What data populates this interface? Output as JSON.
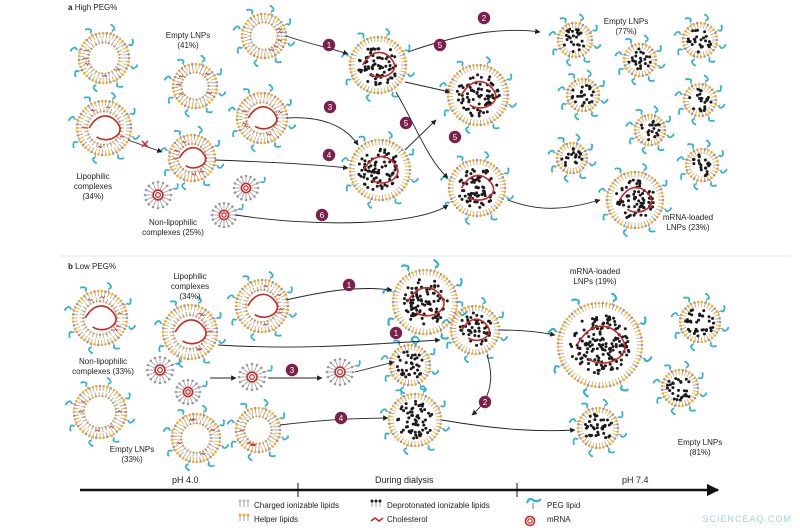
{
  "panels": {
    "a": {
      "letter": "a",
      "title": "High PEG%"
    },
    "b": {
      "letter": "b",
      "title": "Low PEG%"
    }
  },
  "labels_a": {
    "empty_left_name": "Empty LNPs",
    "empty_left_pct": "(41%)",
    "lipophilic_name": "Lipophilic",
    "lipophilic_name2": "complexes",
    "lipophilic_pct": "(34%)",
    "nonlipo_name": "Non-lipophilic",
    "nonlipo_pct": "complexes (25%)",
    "empty_right_name": "Empty LNPs",
    "empty_right_pct": "(77%)",
    "loaded_name": "mRNA-loaded",
    "loaded_pct": "LNPs (23%)"
  },
  "labels_b": {
    "lipophilic_name": "Lipophilic",
    "lipophilic_name2": "complexes",
    "lipophilic_pct": "(34%)",
    "nonlipo_name": "Non-lipophilic",
    "nonlipo_pct": "complexes (33%)",
    "empty_left_name": "Empty LNPs",
    "empty_left_pct": "(33%)",
    "loaded_name": "mRNA-loaded",
    "loaded_pct": "LNPs (19%)",
    "empty_right_name": "Empty LNPs",
    "empty_right_pct": "(81%)"
  },
  "pathways_a": [
    "1",
    "2",
    "3",
    "4",
    "5",
    "5",
    "5",
    "6"
  ],
  "pathways_b": [
    "1",
    "1",
    "2",
    "3",
    "4"
  ],
  "phases": {
    "left": "pH 4.0",
    "middle": "During dialysis",
    "right": "pH 7.4"
  },
  "legend": {
    "charged": "Charged ionizable lipids",
    "helper": "Helper lipids",
    "deprotonated": "Deprotonated ionizable lipids",
    "cholesterol": "Cholesterol",
    "peg": "PEG lipid",
    "mrna": "mRNA"
  },
  "watermark": "SCIENCEAQ.COM",
  "colors": {
    "lipid_orange": "#f2a93b",
    "lipid_grey": "#9a9a9a",
    "peg_blue": "#2fb2cf",
    "mrna_red": "#c62828",
    "badge_purple": "#7b1f4b",
    "core_black": "#1a1a1a"
  }
}
